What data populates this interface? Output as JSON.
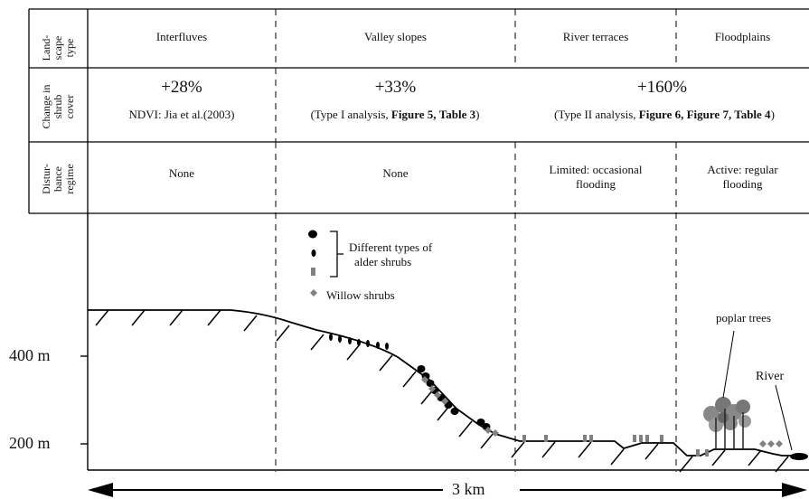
{
  "rows": {
    "landscape_type": [
      "Land-",
      "scape",
      "type"
    ],
    "change_in_shrub_cover": [
      "Change in",
      "shrub",
      "cover"
    ],
    "disturbance_regime": [
      "Distur-",
      "bance",
      "regime"
    ]
  },
  "columns": {
    "interfluves": {
      "label": "Interfluves",
      "change": "+28%",
      "source": "NDVI: Jia et  al.(2003)",
      "disturbance": "None"
    },
    "valley_slopes": {
      "label": "Valley slopes",
      "change": "+33%",
      "source_a": "(Type I analysis, ",
      "source_b": "Figure 5,",
      "source_c": "Table 3",
      "source_d": ")",
      "disturbance": "None"
    },
    "river_terraces": {
      "label": "River terraces",
      "disturbance_line1": "Limited: occasional",
      "disturbance_line2": "flooding"
    },
    "floodplains": {
      "label": "Floodplains",
      "disturbance_line1": "Active: regular",
      "disturbance_line2": "flooding"
    },
    "terraces_and_floodplains": {
      "change": "+160%",
      "source_a": "(Type II analysis, ",
      "source_b": "Figure 6, Figure",
      "source_c": "7, Table 4",
      "source_d": ")"
    }
  },
  "legend": {
    "alder_label_line1": "Different types of",
    "alder_label_line2": "alder shrubs",
    "willow_label": "Willow shrubs"
  },
  "profile": {
    "elevation_400": "400 m",
    "elevation_200": "200 m",
    "distance": "3 km",
    "poplar_label": "poplar trees",
    "river_label": "River"
  },
  "colors": {
    "line": "#000000",
    "shrub_gray": "#808080",
    "tree_gray": "#777777"
  }
}
